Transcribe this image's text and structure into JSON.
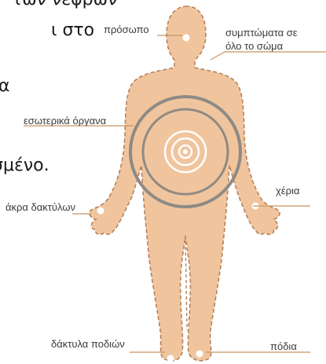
{
  "text_fragments": [
    "των νεφρών",
    "ι στο",
    "α",
    "σμένο."
  ],
  "labels": {
    "face": "πρόσωπο",
    "whole_body_line1": "συμπτώματα σε",
    "whole_body_line2": "όλο το σώμα",
    "internal_organs": "εσωτερικά όργανα",
    "fingertips": "άκρα δακτύλων",
    "hands": "χέρια",
    "toes": "δάκτυλα ποδιών",
    "feet": "πόδια"
  },
  "colors": {
    "skin": "#f0c59e",
    "outline_dash": "#b5825a",
    "rings": "#8f8a84",
    "marker": "#ffffff",
    "leader": "#c8955f"
  }
}
